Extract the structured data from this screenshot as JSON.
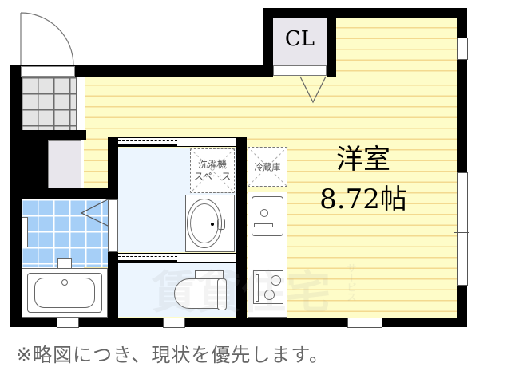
{
  "floorplan": {
    "rooms": {
      "western_room": {
        "name": "洋室",
        "size": "8.72帖"
      },
      "closet": {
        "name": "CL"
      },
      "washer_space": {
        "line1": "洗濯機",
        "line2": "スペース"
      },
      "fridge_space": {
        "name": "冷蔵庫"
      }
    },
    "note": "※略図につき、現状を優先します。",
    "watermark": {
      "main": "賃貸住宅",
      "sub": "サービス"
    },
    "colors": {
      "wall": "#000000",
      "wood_floor": "#fefcc8",
      "wood_lines": "#f3d98f",
      "bath_tile": "#a6cff7",
      "wet_area": "#ecf5fe",
      "closet": "#e8e6ec",
      "entrance_tile": "#e4e4e4",
      "note_text": "#666666"
    }
  }
}
